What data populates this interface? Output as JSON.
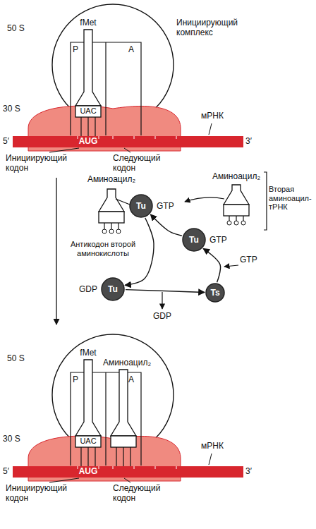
{
  "diagram": {
    "nodes": [
      {
        "text": [
          "Tu",
          "GTP"
        ]
      },
      {
        "text": [
          "Tu",
          "GDP"
        ]
      },
      {
        "text": [
          "Ts"
        ]
      },
      {
        "text": [
          "Tu",
          "GTP"
        ]
      }
    ],
    "edges": [
      {
        "from": 0,
        "to": 1,
        "arrow": "to"
      },
      {
        "from": 1,
        "to": 2,
        "arrow": "to"
      },
      {
        "from": 2,
        "to": 3,
        "arrow": "to"
      },
      {
        "from": 3,
        "to": 0,
        "arrow": "to"
      }
    ],
    "labels": [
      "50 S",
      "30 S",
      "P",
      "A",
      "fMet",
      "Инициирующий комплекс",
      "мРНК",
      "5′",
      "3′",
      "UAC",
      "AUG",
      "Инициирующий кодон",
      "Следующий кодон",
      "Аминоацил₂",
      "Вторая аминоацил-тРНК",
      "Аминоацил₂",
      "Антикодон второй аминокислоты",
      "GTP",
      "GDP",
      "50 S",
      "30 S",
      "P",
      "A",
      "fMet",
      "Аминоацил₂",
      "мРНК",
      "5′",
      "3′",
      "UAC",
      "AUG",
      "Инициирующий кодон",
      "Следующий кодон"
    ]
  }
}
